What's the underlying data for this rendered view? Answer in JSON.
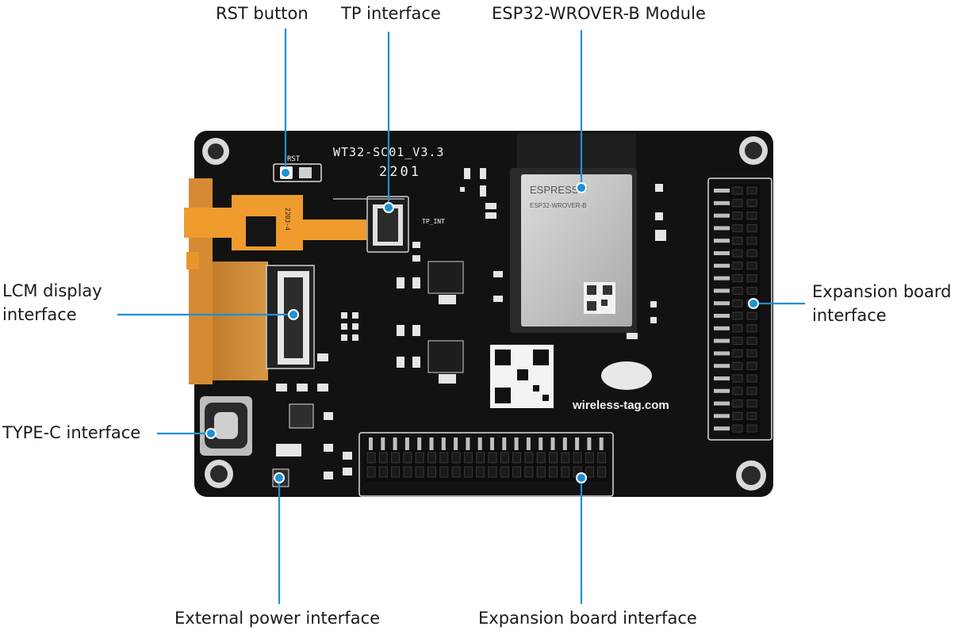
{
  "board": {
    "silk_title": "WT32-SC01_V3.3",
    "silk_date": "2201",
    "silk_rst": "RST",
    "silk_tp_int": "TP_INT",
    "module_brand": "ESPRESSIF",
    "module_model": "ESP32-WROVER-B",
    "website": "wireless-tag.com",
    "fpc_code": "2203-4"
  },
  "callouts": {
    "rst_button": "RST button",
    "tp_interface": "TP interface",
    "esp32_module": "ESP32-WROVER-B Module",
    "lcm_line1": "LCM display",
    "lcm_line2": "interface",
    "expansion_right_line1": "Expansion board",
    "expansion_right_line2": "interface",
    "typec": "TYPE-C interface",
    "external_power": "External power interface",
    "expansion_bottom": "Expansion board interface"
  },
  "colors": {
    "pcb": "#121212",
    "accent": "#1e90d6",
    "fpc": "#e8952c",
    "module_shield": "#c9c9c9"
  }
}
